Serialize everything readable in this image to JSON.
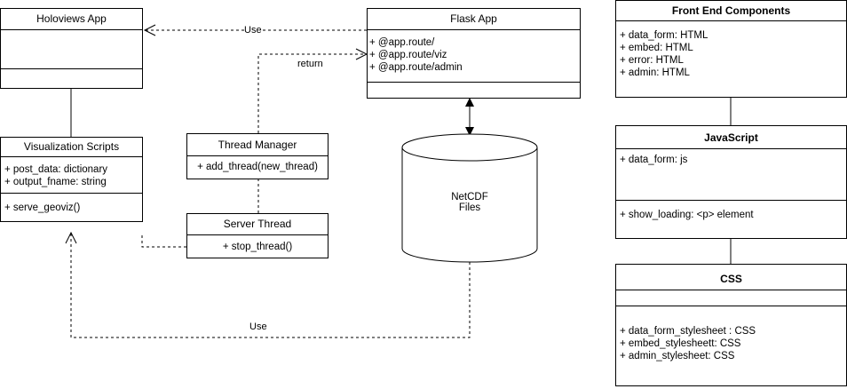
{
  "holoviews": {
    "title": "Holoviews App"
  },
  "viz": {
    "title": "Visualization Scripts",
    "attrs": [
      "+ post_data: dictionary",
      "+ output_fname: string"
    ],
    "methods": [
      "+ serve_geoviz()"
    ]
  },
  "thread_manager": {
    "title": "Thread Manager",
    "methods": [
      "+ add_thread(new_thread)"
    ]
  },
  "server_thread": {
    "title": "Server Thread",
    "methods": [
      "+ stop_thread()"
    ]
  },
  "flask": {
    "title": "Flask App",
    "routes": [
      "+  @app.route/",
      "+ @app.route/viz",
      "+ @app.route/admin"
    ]
  },
  "netcdf": {
    "line1": "NetCDF",
    "line2": "Files"
  },
  "frontend": {
    "title": "Front End Components",
    "attrs": [
      "+ data_form: HTML",
      "+ embed: HTML",
      "+ error: HTML",
      "+ admin: HTML"
    ]
  },
  "javascript": {
    "title": "JavaScript",
    "attrs": [
      "+ data_form: js"
    ],
    "methods": [
      "+ show_loading: <p> element"
    ]
  },
  "css": {
    "title": "CSS",
    "methods": [
      "+ data_form_stylesheet : CSS",
      "+ embed_stylesheett: CSS",
      "+ admin_stylesheet: CSS"
    ]
  },
  "edges": {
    "use_top": "Use",
    "return": "return",
    "use_bottom": "Use"
  }
}
